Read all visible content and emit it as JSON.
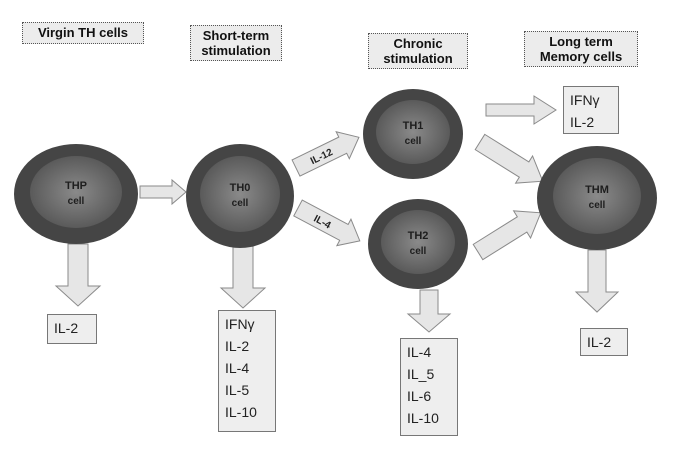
{
  "headers": {
    "virgin": "Virgin TH cells",
    "short_term": "Short-term stimulation",
    "chronic": "Chronic stimulation",
    "long_term": "Long term Memory cells"
  },
  "cells": {
    "thp": {
      "line1": "THP",
      "line2": "cell"
    },
    "th0": {
      "line1": "TH0",
      "line2": "cell"
    },
    "th1": {
      "line1": "TH1",
      "line2": "cell"
    },
    "th2": {
      "line1": "TH2",
      "line2": "cell"
    },
    "thm": {
      "line1": "THM",
      "line2": "cell"
    }
  },
  "arrow_labels": {
    "to_th1": "IL-12",
    "to_th2": "IL-4"
  },
  "cytokines": {
    "thp": [
      "IL-2"
    ],
    "th0": [
      "IFNγ",
      "IL-2",
      "IL-4",
      "IL-5",
      "IL-10"
    ],
    "th1": [
      "IFNγ",
      "IL-2"
    ],
    "th2": [
      "IL-4",
      "IL_5",
      "IL-6",
      "IL-10"
    ],
    "thm": [
      "IL-2"
    ]
  },
  "colors": {
    "cell_outer": "#4a4a4a",
    "cell_inner": "#6e6e6e",
    "arrow_fill": "#e6e6e6",
    "arrow_stroke": "#8a8a8a"
  }
}
